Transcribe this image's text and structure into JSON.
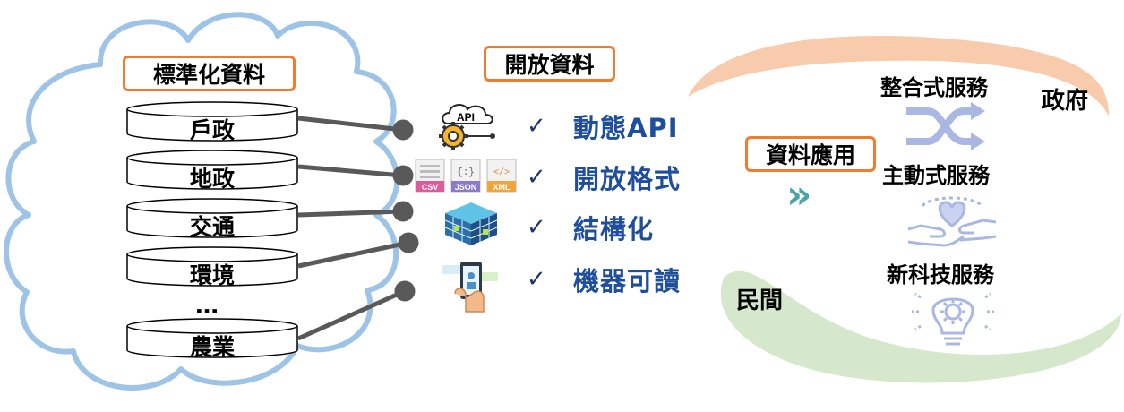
{
  "left_panel": {
    "title": "標準化資料",
    "databases": [
      "戶政",
      "地政",
      "交通",
      "環境",
      "農業"
    ],
    "ellipsis": "…"
  },
  "middle_panel": {
    "title": "開放資料",
    "features": [
      "動態API",
      "開放格式",
      "結構化",
      "機器可讀"
    ],
    "check_mark": "✓",
    "format_tags": [
      "CSV",
      "JSON",
      "XML"
    ],
    "api_tag": "API"
  },
  "right_panel": {
    "title": "資料應用",
    "arrow": "»",
    "government_label": "政府",
    "citizen_label": "民間",
    "services": [
      "整合式服務",
      "主動式服務",
      "新科技服務"
    ]
  },
  "colors": {
    "cloud": "#9dc3e6",
    "box_border": "#ed7d31",
    "feature_text": "#1f4e9c",
    "connector": "#595959",
    "gov_band": "#f8cbad",
    "citizen_band": "#d6e8cc",
    "icon": "#8fa6d6",
    "arrow": "#4aa3a6"
  },
  "icons": [
    "api-gear-icon",
    "file-formats-icon",
    "data-cube-icon",
    "machine-readable-phone-icon",
    "shuffle-icon",
    "hands-heart-icon",
    "lightbulb-gear-icon",
    "double-chevron-icon"
  ]
}
